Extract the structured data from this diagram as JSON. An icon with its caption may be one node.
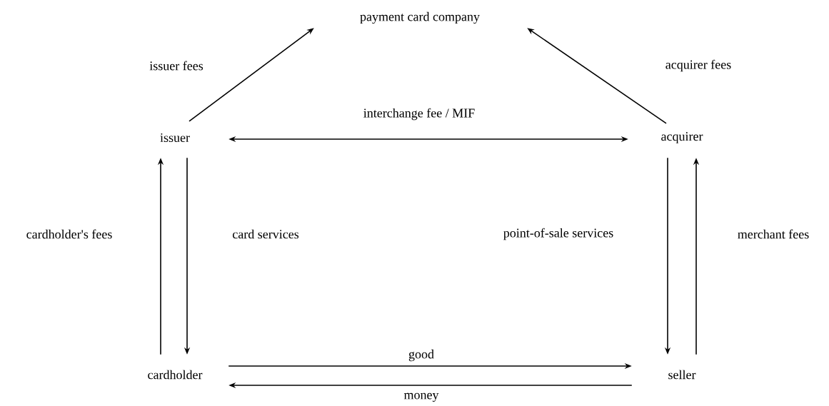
{
  "diagram": {
    "nodes": [
      {
        "text": [
          "payment card company"
        ]
      },
      {
        "text": [
          "issuer"
        ]
      },
      {
        "text": [
          "acquirer"
        ]
      },
      {
        "text": [
          "cardholder"
        ]
      },
      {
        "text": [
          "seller"
        ]
      }
    ],
    "edges": [
      {
        "from": 1,
        "to": 0,
        "arrow": "to",
        "label": "issuer fees"
      },
      {
        "from": 2,
        "to": 0,
        "arrow": "to",
        "label": "acquirer fees"
      },
      {
        "from": 1,
        "to": 2,
        "arrow": "both",
        "label": "interchange fee / MIF"
      },
      {
        "from": 3,
        "to": 1,
        "arrow": "to",
        "label": "cardholder's fees"
      },
      {
        "from": 1,
        "to": 3,
        "arrow": "to",
        "label": "card services"
      },
      {
        "from": 2,
        "to": 4,
        "arrow": "to",
        "label": "point-of-sale services"
      },
      {
        "from": 4,
        "to": 2,
        "arrow": "to",
        "label": "merchant fees"
      },
      {
        "from": 3,
        "to": 4,
        "arrow": "to",
        "label": "good"
      },
      {
        "from": 4,
        "to": 3,
        "arrow": "to",
        "label": "money"
      }
    ]
  }
}
